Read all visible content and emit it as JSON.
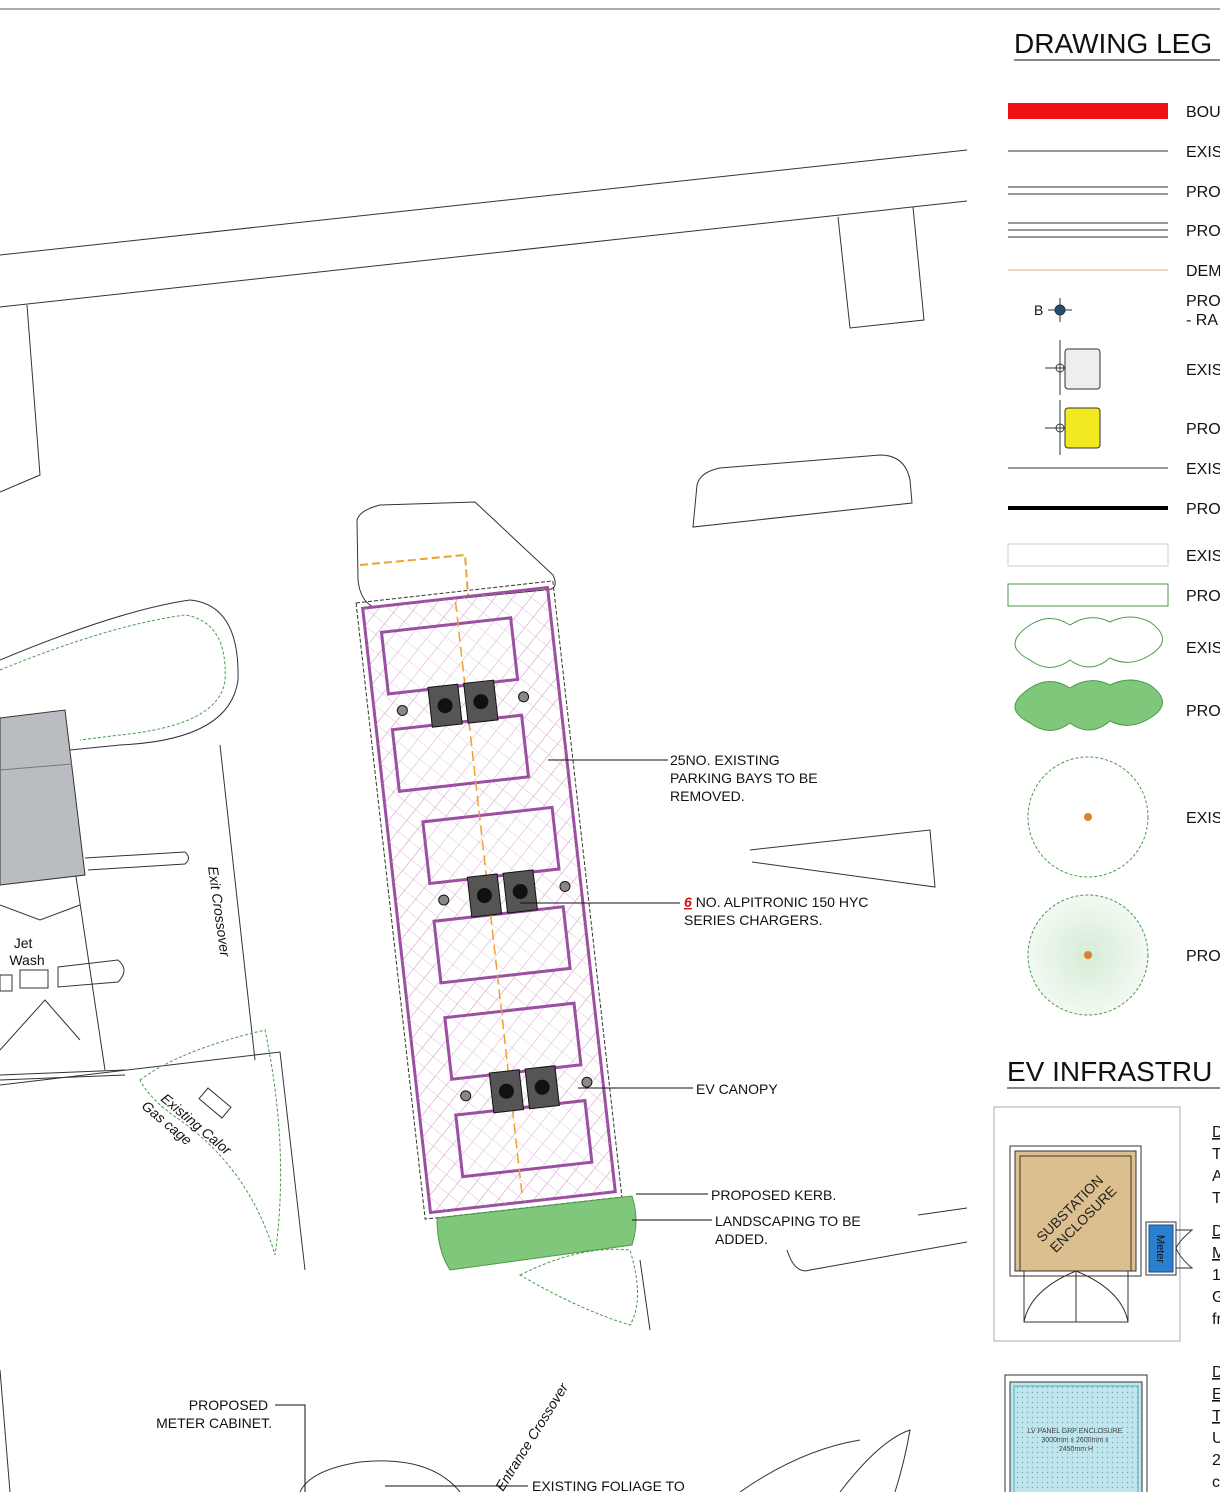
{
  "plan": {
    "annotations": {
      "parking_bays": [
        "25NO. EXISTING",
        "PARKING BAYS TO BE",
        "REMOVED."
      ],
      "chargers_count": "6",
      "chargers": [
        "NO. ALPITRONIC 150 HYC",
        "SERIES CHARGERS."
      ],
      "ev_canopy": "EV CANOPY",
      "proposed_kerb": "PROPOSED KERB.",
      "landscaping": [
        "LANDSCAPING TO BE",
        "ADDED."
      ],
      "meter_cabinet": [
        "PROPOSED",
        "METER CABINET."
      ],
      "existing_foliage": "EXISTING FOLIAGE TO",
      "exit_crossover": "Exit Crossover",
      "entrance_crossover": "Entrance Crossover",
      "calor_gas": [
        "Existing Calor",
        "Gas cage"
      ],
      "jet_wash": [
        "Jet",
        "Wash"
      ]
    },
    "colors": {
      "canopy_outline": "#9b4fa0",
      "landscaping_fill": "#7fc77a",
      "orange_lines": "#f0a030",
      "building_fill": "#b9bcc0"
    }
  },
  "legend": {
    "title": "DRAWING LEG",
    "items": [
      {
        "symbol": "red-band",
        "label": "BOU"
      },
      {
        "symbol": "thin-line",
        "label": "EXIS"
      },
      {
        "symbol": "double-line",
        "label": "PRO"
      },
      {
        "symbol": "triple-line",
        "label": "PRO"
      },
      {
        "symbol": "tan-line",
        "label": "DEM"
      },
      {
        "symbol": "bollard-b",
        "label": "PRO",
        "label2": "- RA",
        "marker": "B"
      },
      {
        "symbol": "grey-box",
        "label": "EXIS"
      },
      {
        "symbol": "yellow-box",
        "label": "PRO"
      },
      {
        "symbol": "thin-line",
        "label": "EXIS"
      },
      {
        "symbol": "thick-line",
        "label": "PRO"
      },
      {
        "symbol": "grey-hedge-strip",
        "label": "EXIS"
      },
      {
        "symbol": "green-hedge-strip",
        "label": "PRO"
      },
      {
        "symbol": "outline-shrubs",
        "label": "EXIS"
      },
      {
        "symbol": "filled-shrubs",
        "label": "PRO"
      },
      {
        "symbol": "outline-tree",
        "label": "EXIS"
      },
      {
        "symbol": "filled-tree",
        "label": "PRO"
      }
    ]
  },
  "ev_infrastructure": {
    "title": "EV INFRASTRU",
    "substation_label": [
      "SUBSTATION",
      "ENCLOSURE"
    ],
    "meter_label": "Meter",
    "text_block_1": [
      "D",
      "T",
      "A",
      "T"
    ],
    "text_block_2": [
      "D",
      "M",
      "1",
      "G",
      "fr"
    ],
    "lv_panel_label": [
      "LV PANEL GRP ENCLOSURE",
      "3000mm x 2600mm x",
      "2450mm H"
    ],
    "text_block_3": [
      "D",
      "E",
      "T",
      "U",
      "2",
      "c"
    ],
    "colors": {
      "substation": "#dcbf8e",
      "meter": "#2a7fd0",
      "lv_panel": "#bfe6ee"
    }
  }
}
